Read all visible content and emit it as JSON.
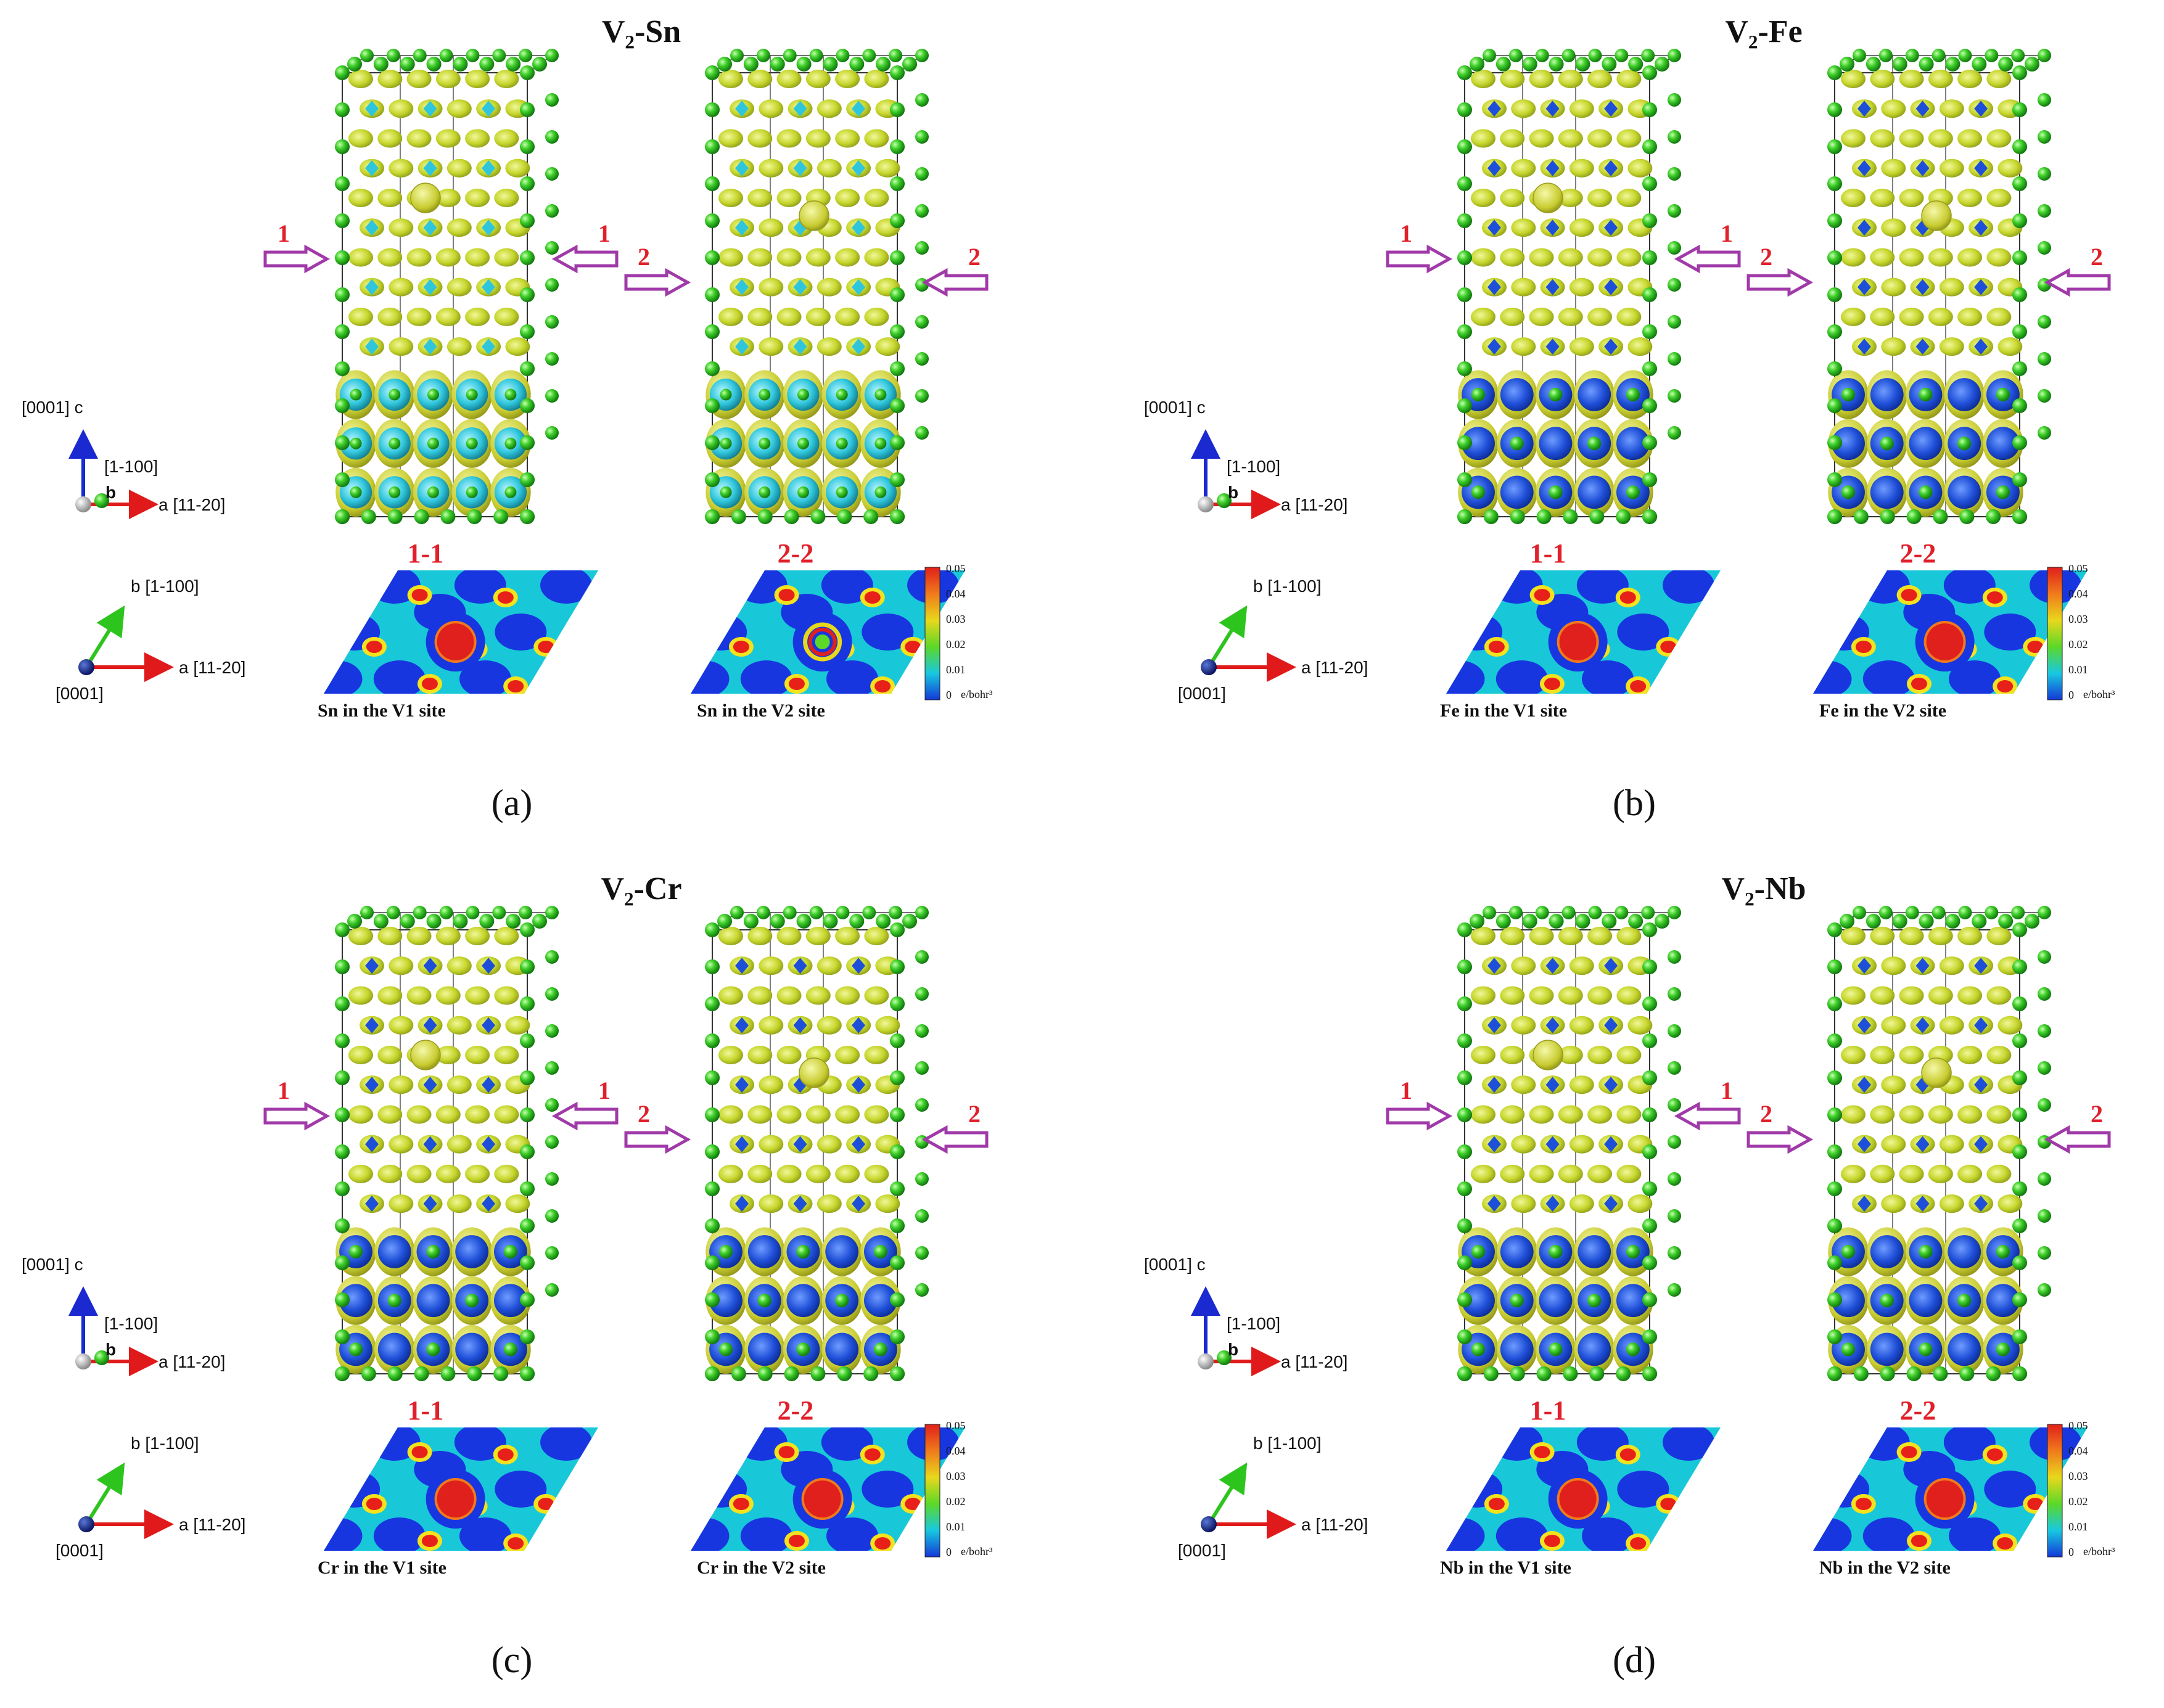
{
  "panels": [
    {
      "id": "a",
      "title": "V₂-Sn",
      "label": "(a)",
      "left_mark": "1",
      "right_mark": "2",
      "section_left": "1-1",
      "section_right": "2-2",
      "caption_left": "Sn in the V1 site",
      "caption_right": "Sn in the V2 site",
      "axes_top": {
        "c_label": "[0001] c",
        "b_label": "[1-100]",
        "b_letter": "b",
        "a_label": "a [11-20]"
      },
      "axes_bottom": {
        "b_label": "b [1-100]",
        "a_label": "a [11-20]",
        "c_label": "[0001]"
      },
      "colorbar": true,
      "map_center": "ring",
      "lattice_style": "cyan"
    },
    {
      "id": "b",
      "title": "V₂-Fe",
      "label": "(b)",
      "left_mark": "1",
      "right_mark": "2",
      "section_left": "1-1",
      "section_right": "2-2",
      "caption_left": "Fe in the V1 site",
      "caption_right": "Fe in the V2 site",
      "axes_top": {
        "c_label": "[0001] c",
        "b_label": "[1-100]",
        "b_letter": "b",
        "a_label": "a [11-20]"
      },
      "axes_bottom": {
        "b_label": "b [1-100]",
        "a_label": "a [11-20]",
        "c_label": "[0001]"
      },
      "colorbar": true,
      "map_center": "blob",
      "lattice_style": "blue"
    },
    {
      "id": "c",
      "title": "V₂-Cr",
      "label": "(c)",
      "left_mark": "1",
      "right_mark": "2",
      "section_left": "1-1",
      "section_right": "2-2",
      "caption_left": "Cr in the V1 site",
      "caption_right": "Cr in the V2 site",
      "axes_top": {
        "c_label": "[0001] c",
        "b_label": "[1-100]",
        "b_letter": "b",
        "a_label": "a [11-20]"
      },
      "axes_bottom": {
        "b_label": "b [1-100]",
        "a_label": "a [11-20]",
        "c_label": "[0001]"
      },
      "colorbar": true,
      "map_center": "blob",
      "lattice_style": "blue"
    },
    {
      "id": "d",
      "title": "V₂-Nb",
      "label": "(d)",
      "left_mark": "1",
      "right_mark": "2",
      "section_left": "1-1",
      "section_right": "2-2",
      "caption_left": "Nb in the V1 site",
      "caption_right": "Nb in the V2 site",
      "axes_top": {
        "c_label": "[0001] c",
        "b_label": "[1-100]",
        "b_letter": "b",
        "a_label": "a [11-20]"
      },
      "axes_bottom": {
        "b_label": "b [1-100]",
        "a_label": "a [11-20]",
        "c_label": "[0001]"
      },
      "colorbar": true,
      "map_center": "blob",
      "lattice_style": "blue"
    }
  ],
  "colorbar": {
    "ticks": [
      "0.05",
      "0.04",
      "0.03",
      "0.02",
      "0.01",
      "0"
    ],
    "unit": "e/bohr³",
    "colors": [
      "#e0201c",
      "#f07a1c",
      "#e8d81c",
      "#5cd828",
      "#18c8e0",
      "#1438d8"
    ]
  },
  "colors": {
    "atom_green": "#2fc21f",
    "isosurface_yellow": "#c8d82a",
    "v_blue": "#1e4fd8",
    "cyan": "#3ad0e0",
    "arrow_purple": "#a03aa8",
    "mark_red": "#e0202a",
    "axis_red": "#e01a1a",
    "axis_green": "#2ec41e",
    "axis_blue": "#1a2ad0"
  }
}
